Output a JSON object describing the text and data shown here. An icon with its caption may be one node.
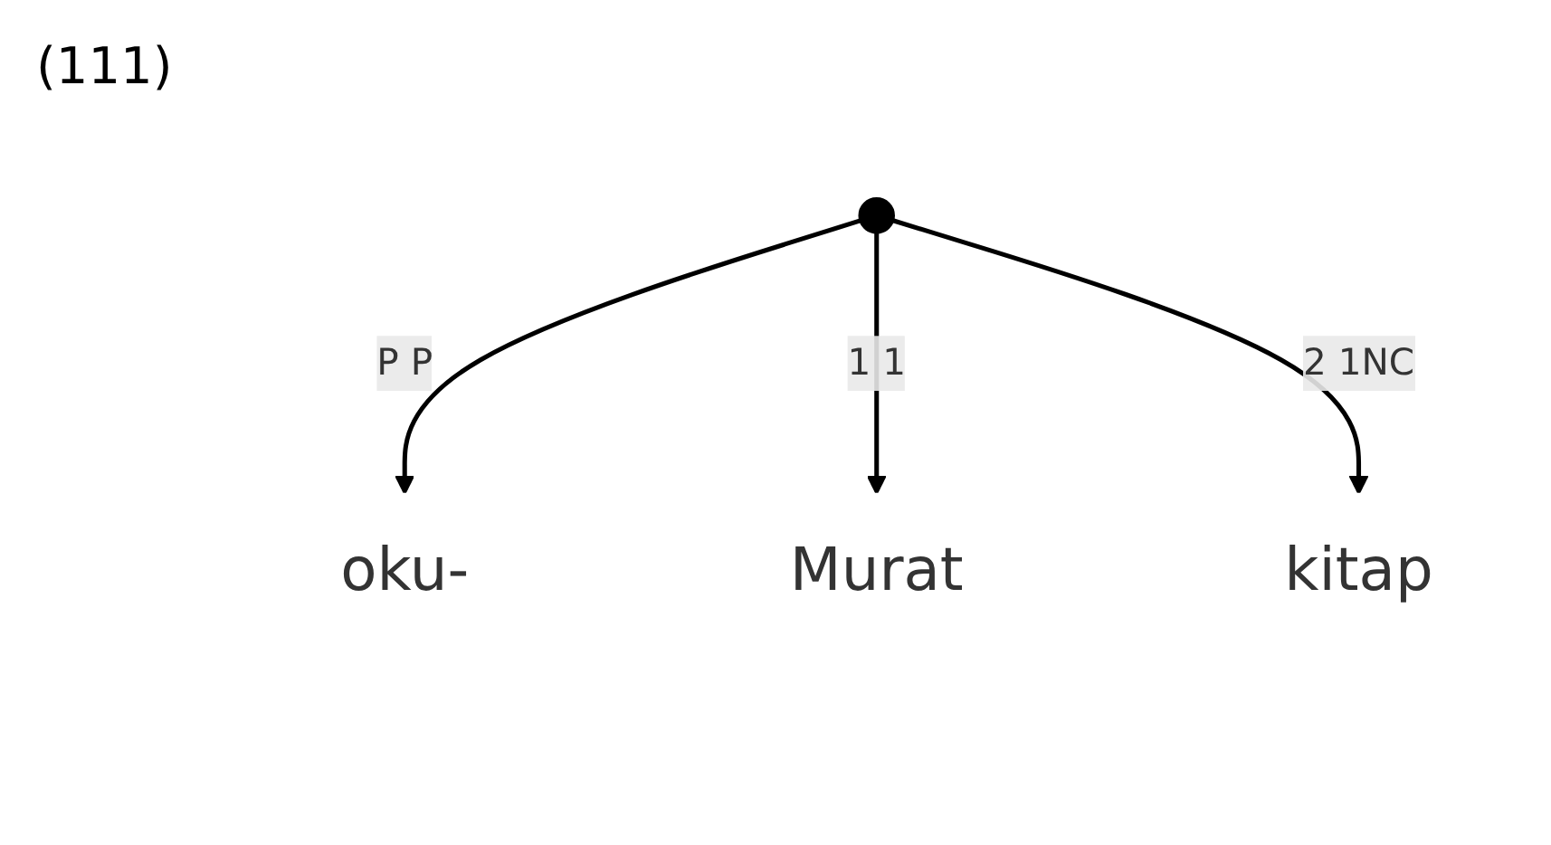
{
  "diagram": {
    "nodes": [
      {
        "text": [],
        "shape": "circle"
      },
      {
        "text": [
          "oku-"
        ]
      },
      {
        "text": [
          "Murat"
        ]
      },
      {
        "text": [
          "kitap"
        ]
      }
    ],
    "edges": [
      {
        "from": 0,
        "to": 1,
        "arrow": "to",
        "label": "P P"
      },
      {
        "from": 0,
        "to": 2,
        "arrow": "to",
        "label": "1 1"
      },
      {
        "from": 0,
        "to": 3,
        "arrow": "to",
        "label": "2 1NC"
      }
    ],
    "labels": [
      "(111)"
    ]
  }
}
